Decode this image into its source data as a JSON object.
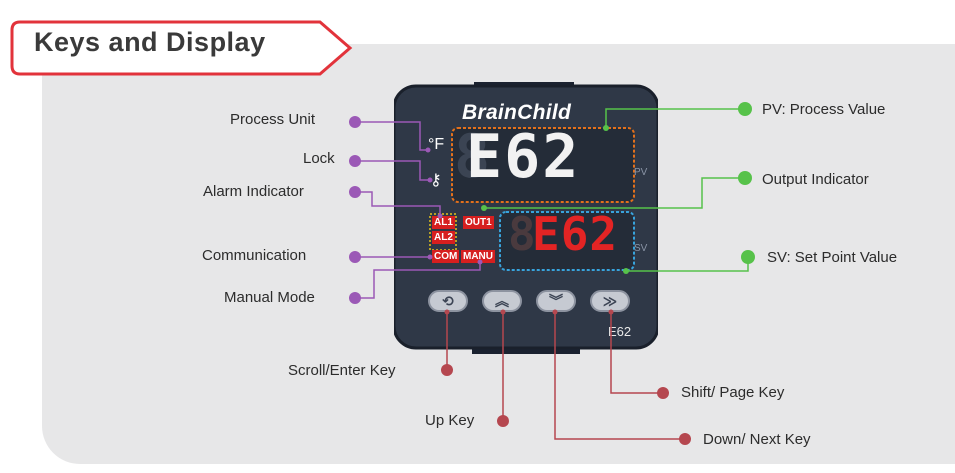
{
  "title": "Keys and Display",
  "device": {
    "brand": "BrainChild",
    "model": "E62",
    "pv_tag": "PV",
    "sv_tag": "SV",
    "pv_value": "E62",
    "sv_value": "E62",
    "pv_dim_digit": "8",
    "sv_dim_digit": "8",
    "unit_symbol": "°F",
    "lock_symbol": "⚷",
    "indicators": {
      "al1": "AL1",
      "al2": "AL2",
      "com": "COM",
      "out1": "OUT1",
      "manu": "MANU"
    },
    "keys": {
      "scroll": "⟲",
      "up": "︽",
      "down": "︾",
      "shift": "≫"
    }
  },
  "labels": {
    "process_unit": "Process Unit",
    "lock": "Lock",
    "alarm_indicator": "Alarm Indicator",
    "communication": "Communication",
    "manual_mode": "Manual Mode",
    "pv": "PV: Process Value",
    "output_indicator": "Output Indicator",
    "sv": "SV: Set Point Value",
    "scroll_enter_key": "Scroll/Enter Key",
    "up_key": "Up Key",
    "shift_page_key": "Shift/ Page Key",
    "down_next_key": "Down/ Next Key"
  },
  "colors": {
    "purple": "#9b59b6",
    "green": "#57c24a",
    "red": "#b5474f",
    "device_body": "#2f3847",
    "pv_frame": "#e3701b",
    "sv_frame": "#38a3dc"
  }
}
